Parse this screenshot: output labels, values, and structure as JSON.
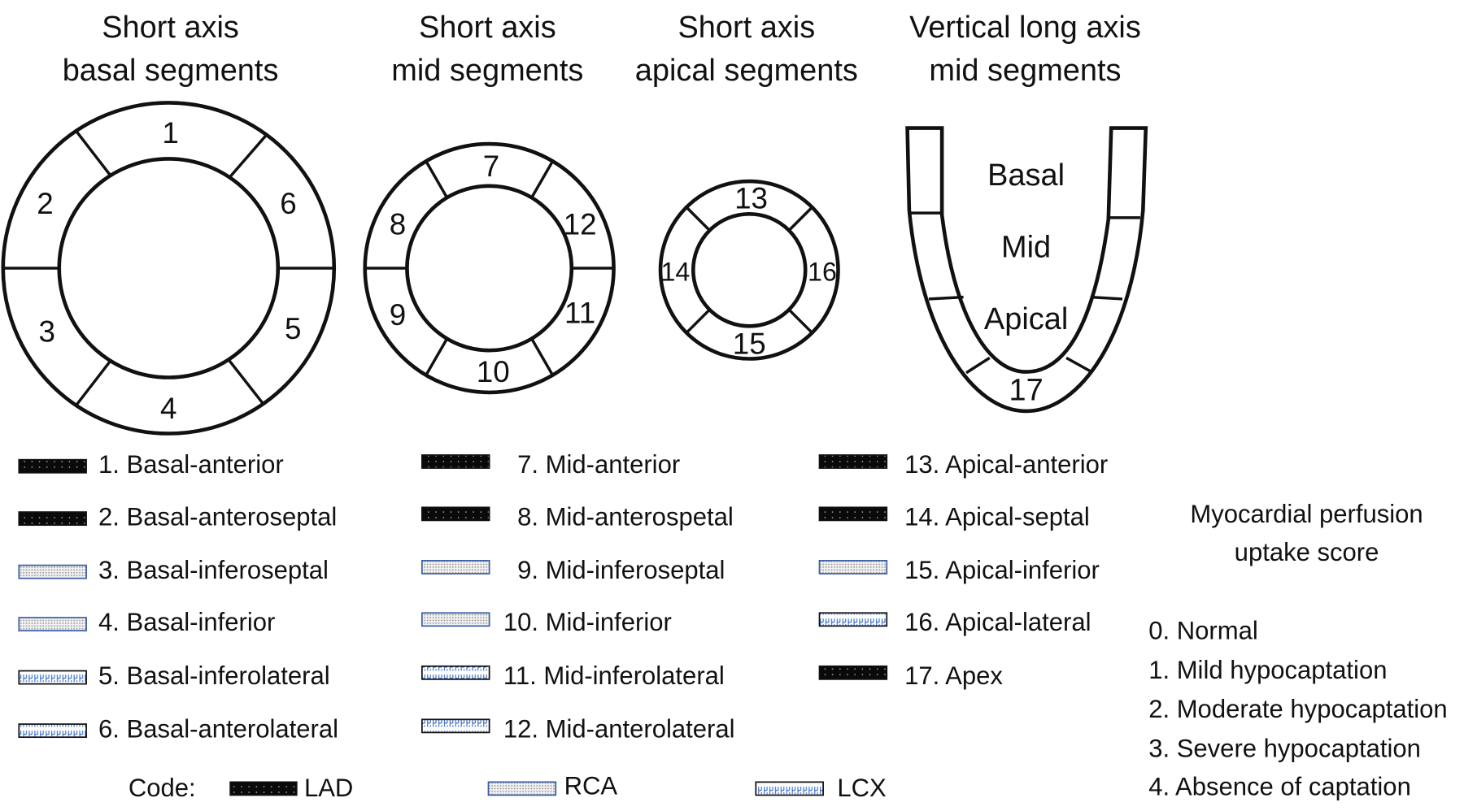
{
  "titles": {
    "basal": [
      "Short axis",
      "basal segments"
    ],
    "mid": [
      "Short axis",
      "mid segments"
    ],
    "apical": [
      "Short axis",
      "apical segments"
    ],
    "vla": [
      "Vertical long axis",
      "mid segments"
    ]
  },
  "diagram_labels": {
    "basal": [
      "1",
      "2",
      "3",
      "4",
      "5",
      "6"
    ],
    "mid": [
      "7",
      "8",
      "9",
      "10",
      "11",
      "12"
    ],
    "apical": [
      "13",
      "14",
      "15",
      "16"
    ],
    "vla": [
      "Basal",
      "Mid",
      "Apical",
      "17"
    ]
  },
  "legend": {
    "columns": [
      [
        {
          "label": "1. Basal-anterior",
          "territory": "LAD"
        },
        {
          "label": "2. Basal-anteroseptal",
          "territory": "LAD"
        },
        {
          "label": "3. Basal-inferoseptal",
          "territory": "RCA"
        },
        {
          "label": "4. Basal-inferior",
          "territory": "RCA"
        },
        {
          "label": "5. Basal-inferolateral",
          "territory": "LCX"
        },
        {
          "label": "6. Basal-anterolateral",
          "territory": "LCX"
        }
      ],
      [
        {
          "label": "7. Mid-anterior",
          "territory": "LAD"
        },
        {
          "label": "8. Mid-anterospetal",
          "territory": "LAD"
        },
        {
          "label": "9. Mid-inferoseptal",
          "territory": "RCA"
        },
        {
          "label": "10. Mid-inferior",
          "territory": "RCA"
        },
        {
          "label": "11. Mid-inferolateral",
          "territory": "LCX"
        },
        {
          "label": "12. Mid-anterolateral",
          "territory": "LCX"
        }
      ],
      [
        {
          "label": "13. Apical-anterior",
          "territory": "LAD"
        },
        {
          "label": "14. Apical-septal",
          "territory": "LAD"
        },
        {
          "label": "15. Apical-inferior",
          "territory": "RCA"
        },
        {
          "label": "16. Apical-lateral",
          "territory": "LCX"
        },
        {
          "label": "17. Apex",
          "territory": "LAD"
        }
      ]
    ],
    "code_label": "Code:",
    "codes": [
      "LAD",
      "RCA",
      "LCX"
    ]
  },
  "score": {
    "title": [
      "Myocardial perfusion",
      "uptake score"
    ],
    "items": [
      "0. Normal",
      "1. Mild hypocaptation",
      "2. Moderate hypocaptation",
      "3. Severe hypocaptation",
      "4. Absence of captation"
    ]
  },
  "colors": {
    "line": "#111111",
    "rca_border": "#3a5fa8",
    "lcx_pattern": "#3a6fc8"
  }
}
